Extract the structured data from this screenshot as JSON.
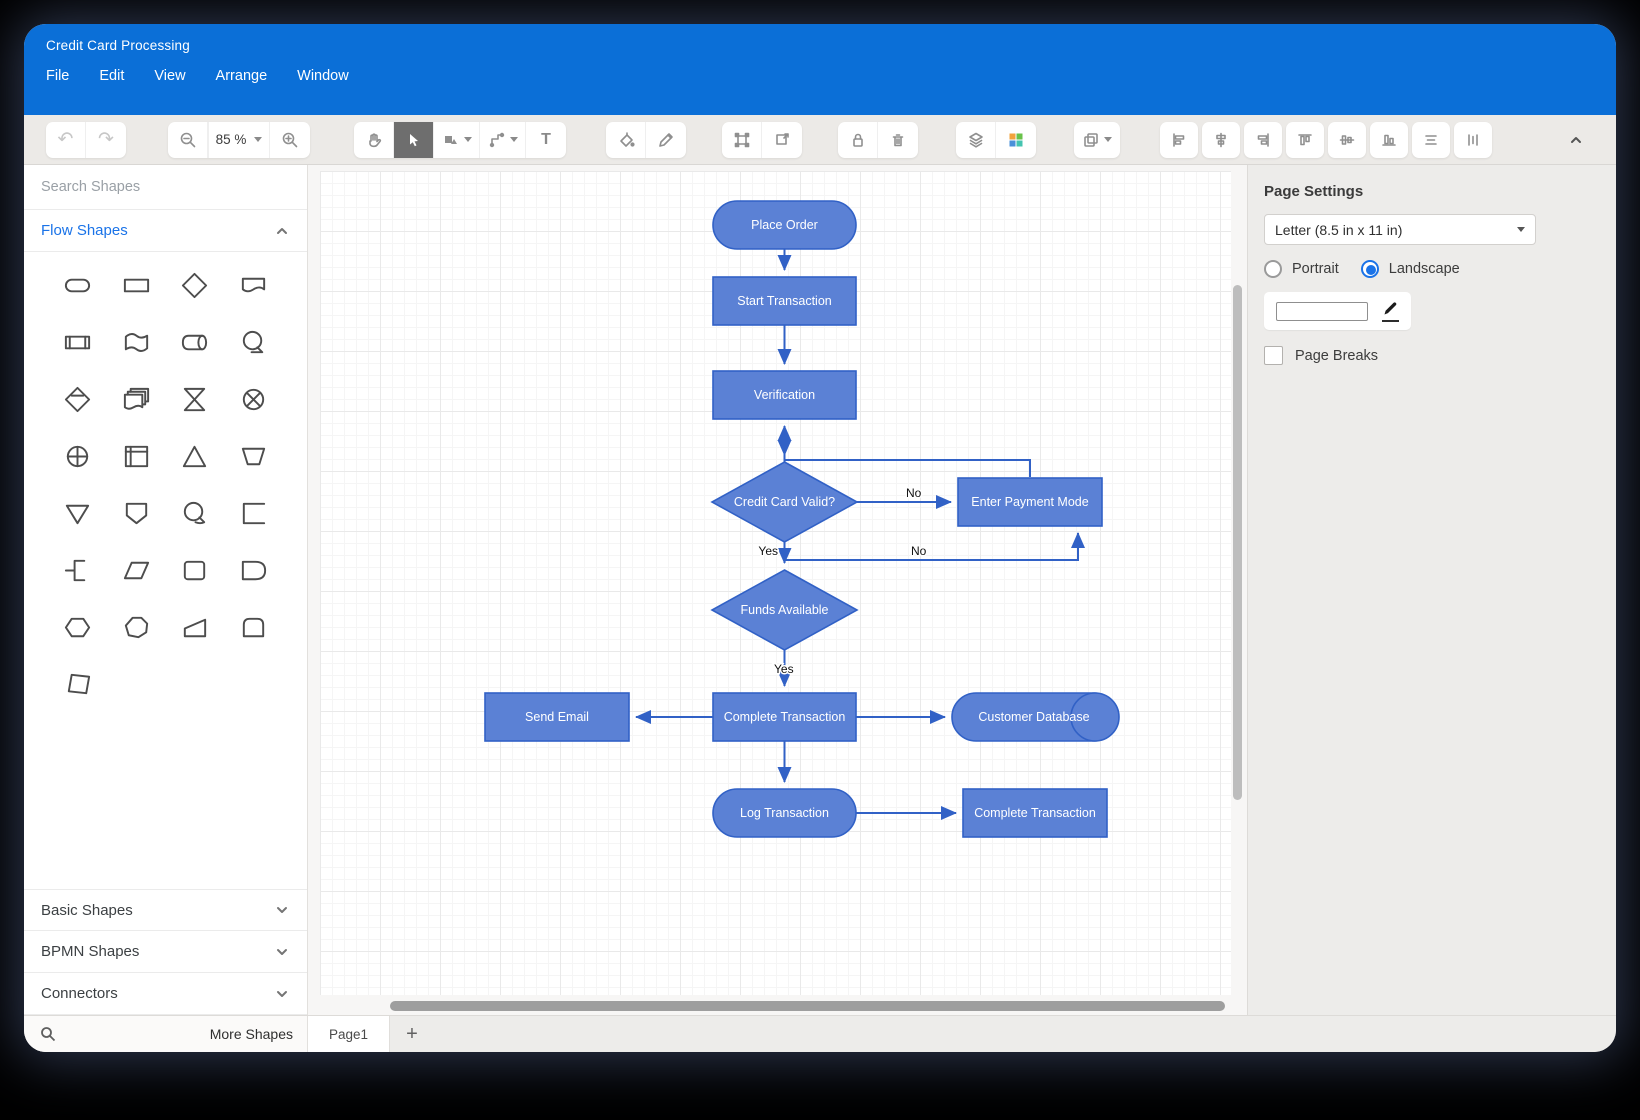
{
  "window": {
    "title": "Credit Card Processing",
    "menus": [
      "File",
      "Edit",
      "View",
      "Arrange",
      "Window"
    ]
  },
  "toolbar": {
    "zoom_level": "85 %",
    "text_tool_label": "T",
    "icons": [
      "undo-icon",
      "redo-icon",
      "zoom-out-icon",
      "zoom-in-icon",
      "hand-icon",
      "cursor-icon",
      "shapes-icon",
      "connector-icon",
      "text-icon",
      "fill-color-icon",
      "edit-style-icon",
      "group-icon",
      "ungroup-icon",
      "lock-icon",
      "delete-icon",
      "layers-icon",
      "theme-grid-icon",
      "copy-icon",
      "align-left-icon",
      "align-vcenter-icon",
      "align-right-icon",
      "align-top-icon",
      "align-hcenter-icon",
      "align-bottom-icon",
      "distribute-h-icon",
      "distribute-v-icon",
      "collapse-icon"
    ],
    "undo_glyph": "↶",
    "redo_glyph": "↷",
    "plus_glyph": "+"
  },
  "sidebar": {
    "search_placeholder": "Search Shapes",
    "sections": {
      "flow": "Flow Shapes",
      "basic": "Basic Shapes",
      "bpmn": "BPMN Shapes",
      "connectors": "Connectors"
    },
    "shape_palette": [
      "terminator",
      "process",
      "decision",
      "document",
      "predefined-process",
      "wavy-flag",
      "direct-access-storage",
      "display",
      "lined-decision",
      "multi-document",
      "collate",
      "or-junction",
      "summing-junction",
      "internal-storage",
      "extract",
      "manual-operation",
      "merge",
      "off-page-connector",
      "display-alt",
      "open-rectangle",
      "io-tick",
      "parallelogram",
      "rounded-square",
      "delay",
      "hexagon",
      "heptagon",
      "wedge",
      "stored-data-card",
      "slanted-card"
    ],
    "more_shapes_label": "More Shapes"
  },
  "pages": {
    "active_tab": "Page1",
    "add_label": "+"
  },
  "page_settings": {
    "title": "Page Settings",
    "paper_size": "Letter (8.5 in x 11 in)",
    "portrait_label": "Portrait",
    "landscape_label": "Landscape",
    "orientation_selected": "Landscape",
    "page_breaks_label": "Page Breaks"
  },
  "flowchart": {
    "nodes": {
      "place_order": {
        "label": "Place Order",
        "type": "terminator"
      },
      "start_transaction": {
        "label": "Start Transaction",
        "type": "process"
      },
      "verification": {
        "label": "Verification",
        "type": "process"
      },
      "credit_card_valid": {
        "label": "Credit Card Valid?",
        "type": "decision"
      },
      "enter_payment_mode": {
        "label": "Enter Payment Mode",
        "type": "process"
      },
      "funds_available": {
        "label": "Funds Available",
        "type": "decision"
      },
      "send_email": {
        "label": "Send Email",
        "type": "process"
      },
      "complete_transaction": {
        "label": "Complete Transaction",
        "type": "process"
      },
      "customer_database": {
        "label": "Customer Database",
        "type": "direct-access-storage"
      },
      "log_transaction": {
        "label": "Log Transaction",
        "type": "terminator"
      },
      "complete_transaction_2": {
        "label": "Complete Transaction",
        "type": "process"
      }
    },
    "labels": {
      "valid_no": "No",
      "valid_yes": "Yes",
      "funds_no": "No",
      "funds_yes": "Yes"
    }
  },
  "colors": {
    "header_blue": "#0b6fd7",
    "accent_blue": "#1a73e8",
    "node_fill": "#5b81d5",
    "node_stroke": "#3161c6",
    "theme_orange": "#f2a33c",
    "theme_green": "#69c24a",
    "theme_blue": "#4a90d9",
    "theme_teal": "#45c4b0"
  }
}
